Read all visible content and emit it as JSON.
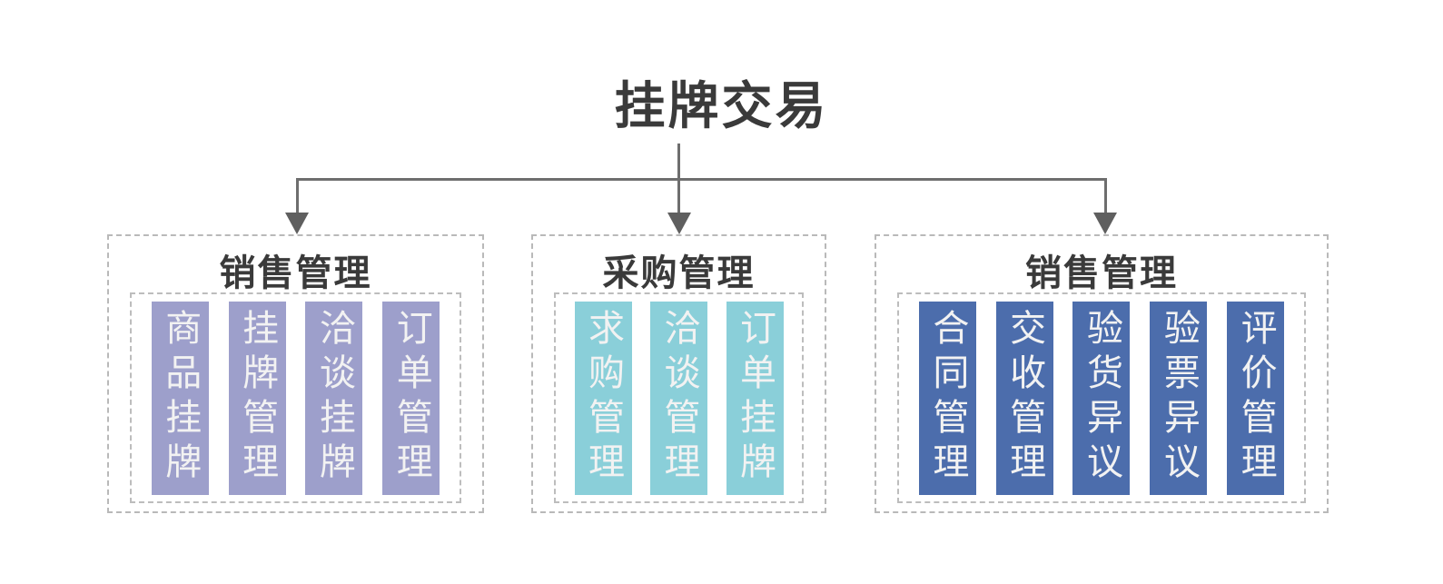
{
  "title": "挂牌交易",
  "colors": {
    "line": "#6e6e6e",
    "arrowhead": "#5f5f5f",
    "dashed_border": "#b9b9b9",
    "title_text": "#3a3a3a",
    "pill_text": "#f2f2f2",
    "group1_pill": "#9d9fcb",
    "group2_pill": "#8acfd9",
    "group3_pill": "#4c6dac"
  },
  "groups": [
    {
      "title": "销售管理",
      "color": "#9d9fcb",
      "items": [
        "商品挂牌",
        "挂牌管理",
        "洽谈挂牌",
        "订单管理"
      ]
    },
    {
      "title": "采购管理",
      "color": "#8acfd9",
      "items": [
        "求购管理",
        "洽谈管理",
        "订单挂牌"
      ]
    },
    {
      "title": "销售管理",
      "color": "#4c6dac",
      "items": [
        "合同管理",
        "交收管理",
        "验货异议",
        "验票异议",
        "评价管理"
      ]
    }
  ]
}
